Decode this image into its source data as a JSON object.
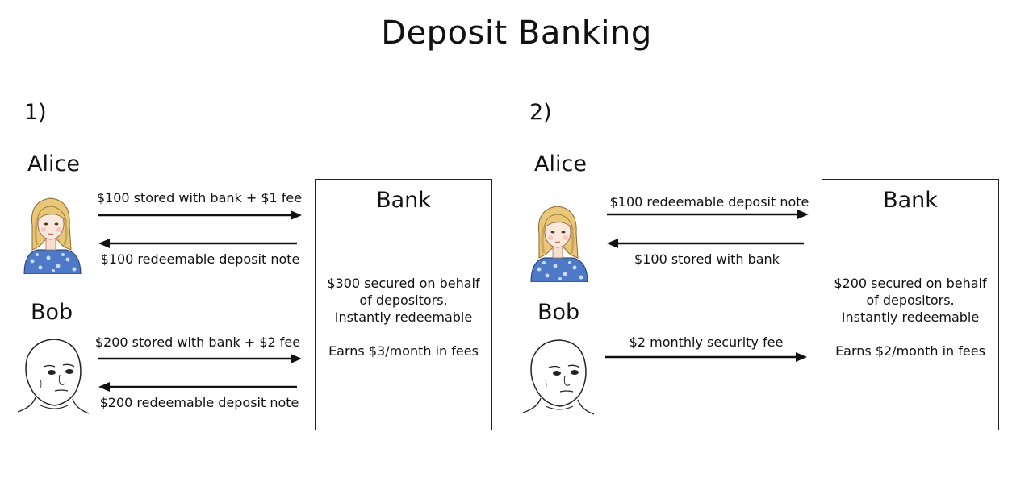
{
  "title": "Deposit Banking",
  "panels": [
    {
      "number": "1)",
      "alice": {
        "name": "Alice",
        "arrow_to_bank": "$100 stored with bank + $1 fee",
        "arrow_from_bank": "$100 redeemable deposit note"
      },
      "bob": {
        "name": "Bob",
        "arrow_to_bank": "$200 stored with bank + $2 fee",
        "arrow_from_bank": "$200 redeemable deposit note"
      },
      "bank": {
        "title": "Bank",
        "lines": [
          "$300 secured on behalf",
          "of depositors.",
          "Instantly redeemable"
        ],
        "fees": "Earns $3/month in fees"
      }
    },
    {
      "number": "2)",
      "alice": {
        "name": "Alice",
        "arrow_to_bank": "$100 redeemable deposit note",
        "arrow_from_bank": "$100 stored with bank"
      },
      "bob": {
        "name": "Bob",
        "arrow_to_bank": "$2 monthly security fee"
      },
      "bank": {
        "title": "Bank",
        "lines": [
          "$200 secured on behalf",
          "of depositors.",
          "Instantly redeemable"
        ],
        "fees": "Earns $2/month in fees"
      }
    }
  ],
  "icons": {
    "alice": "alice-avatar-icon",
    "bob": "bob-wojak-avatar-icon"
  }
}
